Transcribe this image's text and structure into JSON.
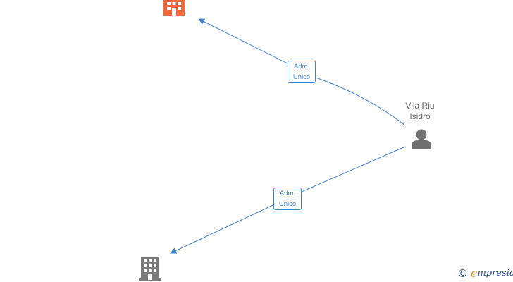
{
  "nodes": {
    "person": {
      "name_line1": "Vila Riu",
      "name_line2": "Isidro",
      "icon": "person-icon"
    },
    "company_top": {
      "icon": "building-icon",
      "color": "#f26a3c"
    },
    "company_bottom": {
      "icon": "building-icon",
      "color": "#7a7a7a"
    }
  },
  "edges": [
    {
      "from": "person",
      "to": "company_top",
      "label_line1": "Adm.",
      "label_line2": "Unico"
    },
    {
      "from": "person",
      "to": "company_bottom",
      "label_line1": "Adm.",
      "label_line2": "Unico"
    }
  ],
  "colors": {
    "edge": "#3d7fd0",
    "person": "#707070"
  },
  "brand": {
    "copyright": "©",
    "initial": "e",
    "rest": "mpresia"
  }
}
